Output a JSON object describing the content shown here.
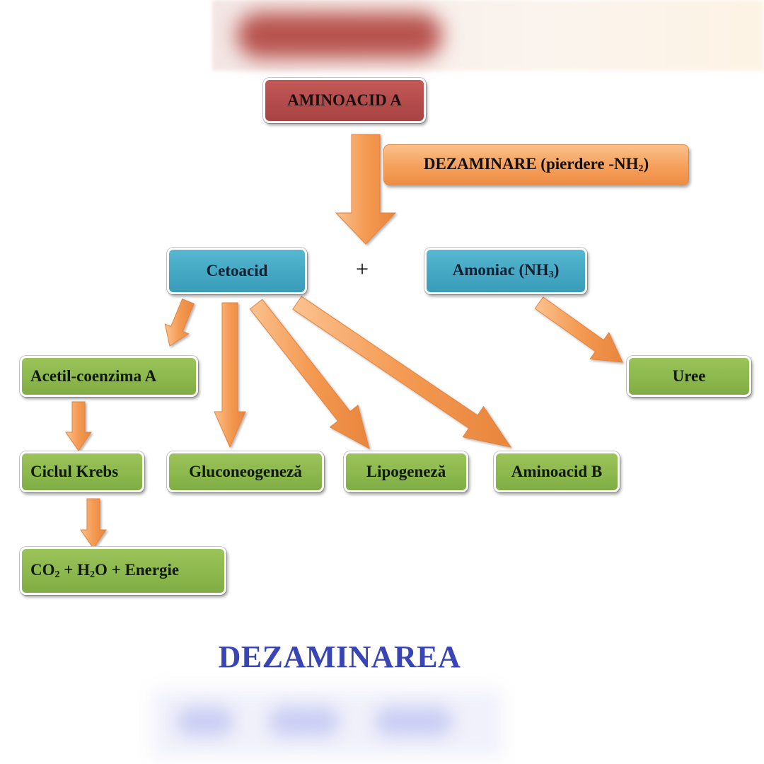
{
  "diagram": {
    "source": {
      "label": "AMINOACID A"
    },
    "process": {
      "label": "DEZAMINARE (pierdere -NH",
      "label_sub": "2",
      "label_end": ")"
    },
    "products": {
      "ketoacid": "Cetoacid",
      "plus": "+",
      "ammonia": "Amoniac (NH",
      "ammonia_sub": "3",
      "ammonia_end": ")"
    },
    "ketoacid_fates": {
      "acetyl_coa": "Acetil-coenzima A",
      "gluconeogenesis": "Gluconeogeneză",
      "lipogenesis": "Lipogeneză",
      "aminoacid_b": "Aminoacid B"
    },
    "ammonia_fate": {
      "urea": "Uree"
    },
    "krebs": {
      "label": "Ciclul Krebs"
    },
    "final": {
      "co": "CO",
      "co_sub": "2",
      "plus_h": " + H",
      "h_sub": "2",
      "rest": "O + Energie"
    },
    "title": "DEZAMINAREA"
  },
  "colors": {
    "source_box": "#b34c4b",
    "product_box": "#44a7c3",
    "fate_box": "#8cb84d",
    "arrow": "#f39a52",
    "title": "#3a45b5"
  }
}
